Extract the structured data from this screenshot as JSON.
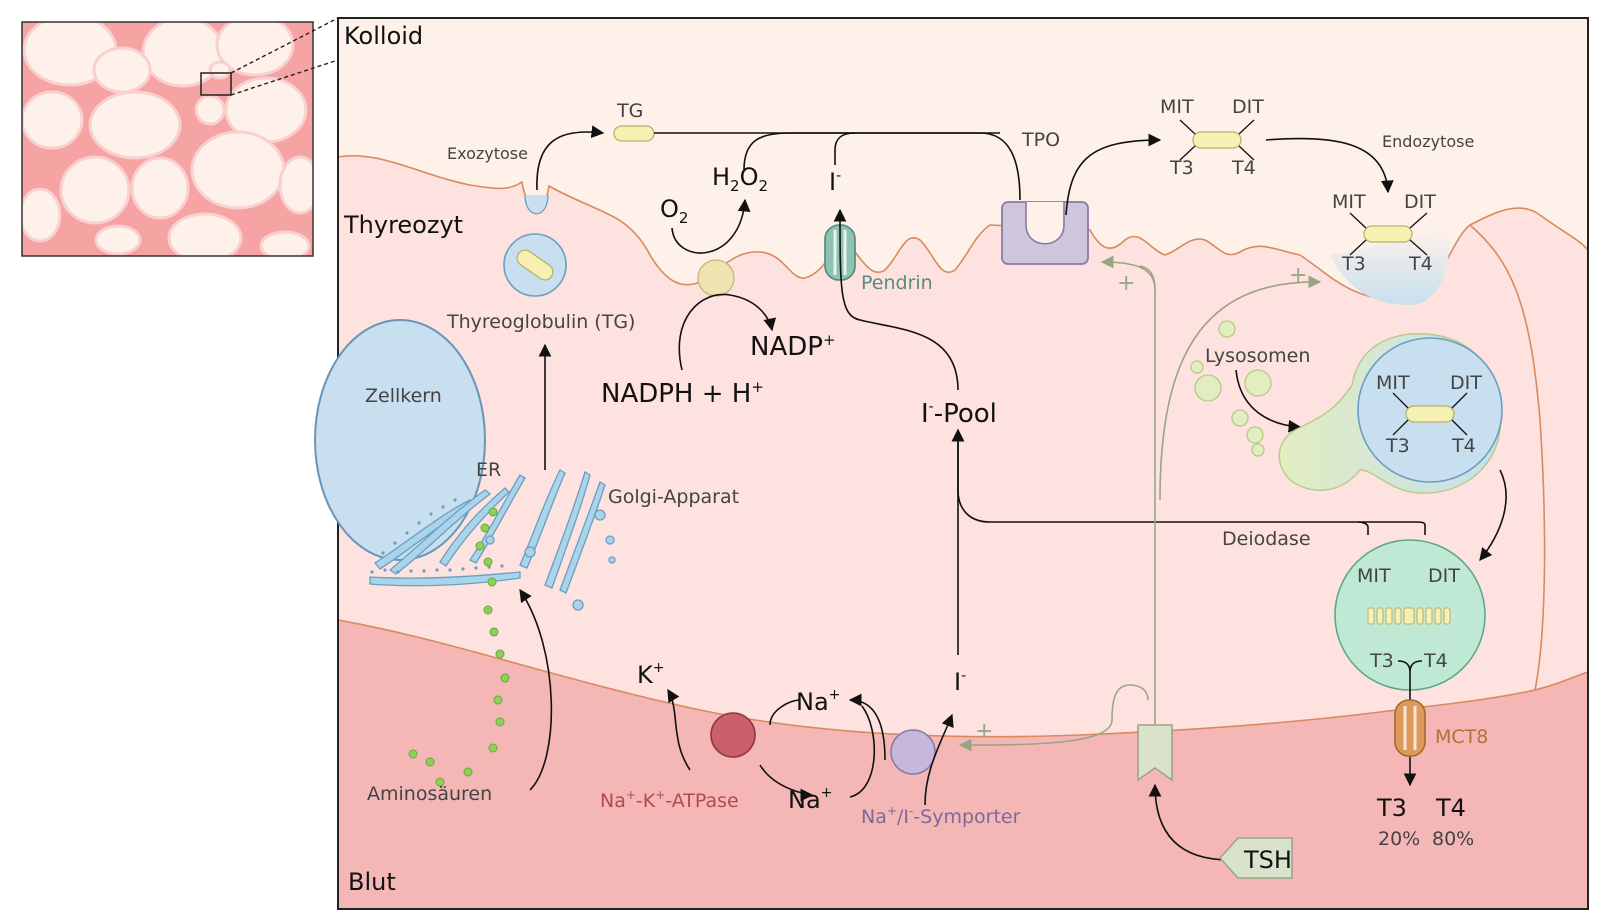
{
  "regions": {
    "colloid": "Kolloid",
    "thyrocyte": "Thyreozyt",
    "blood": "Blut"
  },
  "organelles": {
    "nucleus": "Zellkern",
    "er": "ER",
    "golgi": "Golgi-Apparat",
    "thyroglobulin": "Thyreoglobulin (TG)",
    "lysosomes": "Lysosomen"
  },
  "processes": {
    "exocytosis": "Exozytose",
    "endocytosis": "Endozytose",
    "deiodase": "Deiodase",
    "amino_acids": "Aminosäuren"
  },
  "molecules": {
    "tg": "TG",
    "tpo": "TPO",
    "o2": "O",
    "o2_sub": "2",
    "h2o2_h": "H",
    "h2o2_sub1": "2",
    "h2o2_o": "O",
    "h2o2_sub2": "2",
    "nadp": "NADP",
    "nadp_sup": "+",
    "nadph": "NADPH + H",
    "nadph_sup": "+",
    "iodide": "I",
    "iodide_sup": "-",
    "iodide_pool": "-Pool",
    "k": "K",
    "k_sup": "+",
    "na": "Na",
    "na_sup": "+",
    "plus": "+",
    "tsh": "TSH"
  },
  "iodination": {
    "mit": "MIT",
    "dit": "DIT",
    "t3": "T3",
    "t4": "T4"
  },
  "transporters": {
    "pendrin": "Pendrin",
    "atpase_na": "Na",
    "atpase_sup1": "+",
    "atpase_k": "-K",
    "atpase_sup2": "+",
    "atpase_rest": "-ATPase",
    "symporter_na": "Na",
    "symporter_sup1": "+",
    "symporter_i": "/I",
    "symporter_sup2": "-",
    "symporter_rest": "-Symporter",
    "mct8": "MCT8"
  },
  "output": {
    "t3": "T3",
    "t4": "T4",
    "t3_percent": "20%",
    "t4_percent": "80%"
  },
  "colors": {
    "colloid": "#fdf1ea",
    "cytoplasm": "#fde2df",
    "blood": "#f5b7b6",
    "membrane": "#d98a5e",
    "nucleus": "#c7dfee",
    "er_golgi": "#a9d4ea",
    "tg": "#f6f0b2",
    "tpo": "#cfc6dc",
    "pendrin": "#8fc2b3",
    "atpase": "#c9606a",
    "symporter": "#c6b8dc",
    "mct8": "#dd9a5c",
    "lysosome": "#e2edc0",
    "phagolysosome": "#bfe9d4",
    "amino_acid": "#8ed158",
    "tsh": "#d9e2cd",
    "stimulation": "#9aa585"
  }
}
